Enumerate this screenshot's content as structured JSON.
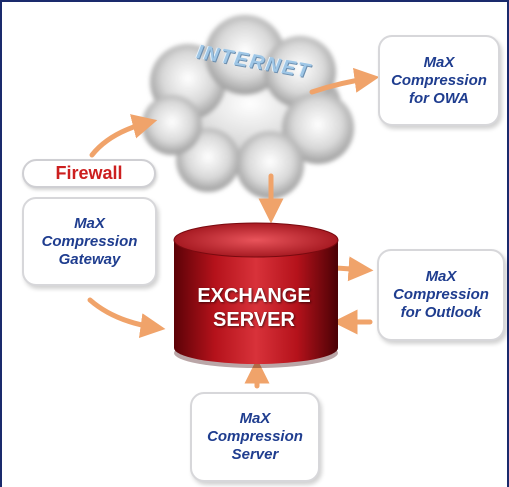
{
  "internet": {
    "label": "INTERNET"
  },
  "firewall": {
    "label": "Firewall"
  },
  "server": {
    "label": "EXCHANGE\nSERVER"
  },
  "boxes": {
    "owa": "MaX\nCompression\nfor OWA",
    "gateway": "MaX\nCompression\nGateway",
    "outlook": "MaX\nCompression\nfor Outlook",
    "server": "MaX\nCompression\nServer"
  },
  "colors": {
    "arrow": "#f0a36a",
    "cylinder": "#b5121b",
    "box_text": "#1f3d8f",
    "firewall_text": "#cc1f1f",
    "frame": "#1a2a6c"
  }
}
